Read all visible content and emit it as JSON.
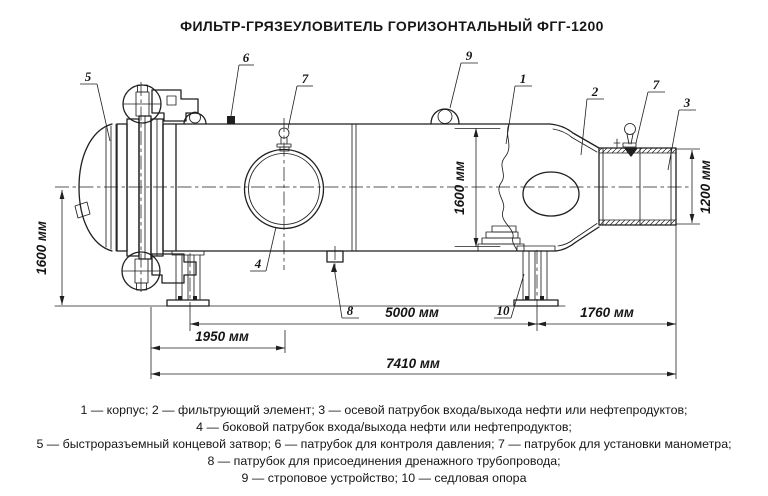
{
  "title": "ФИЛЬТР-ГРЯЗЕУЛОВИТЕЛЬ ГОРИЗОНТАЛЬНЫЙ ФГГ-1200",
  "drawing": {
    "dims": {
      "d1600_left": "1600 мм",
      "d1600_mid": "1600 мм",
      "d1200": "1200 мм",
      "d5000": "5000 мм",
      "d1950": "1950 мм",
      "d1760": "1760 мм",
      "d7410": "7410 мм"
    },
    "callouts": {
      "n1": "1",
      "n2": "2",
      "n3": "3",
      "n4": "4",
      "n5": "5",
      "n6": "6",
      "n7a": "7",
      "n7b": "7",
      "n8": "8",
      "n9": "9",
      "n10": "10"
    }
  },
  "legend": {
    "line1": "1 — корпус; 2 — фильтрующий элемент; 3 — осевой патрубок входа/выхода нефти или нефтепродуктов;",
    "line2": "4 — боковой патрубок входа/выхода нефти или нефтепродуктов;",
    "line3": "5 — быстроразъемный концевой затвор; 6 — патрубок для контроля давления; 7 — патрубок для установки манометра;",
    "line4": "8 — патрубок для присоединения дренажного трубопровода;",
    "line5": "9 — строповое устройство; 10 — седловая опора"
  },
  "colors": {
    "ink": "#1f1f1f",
    "background": "#ffffff"
  }
}
